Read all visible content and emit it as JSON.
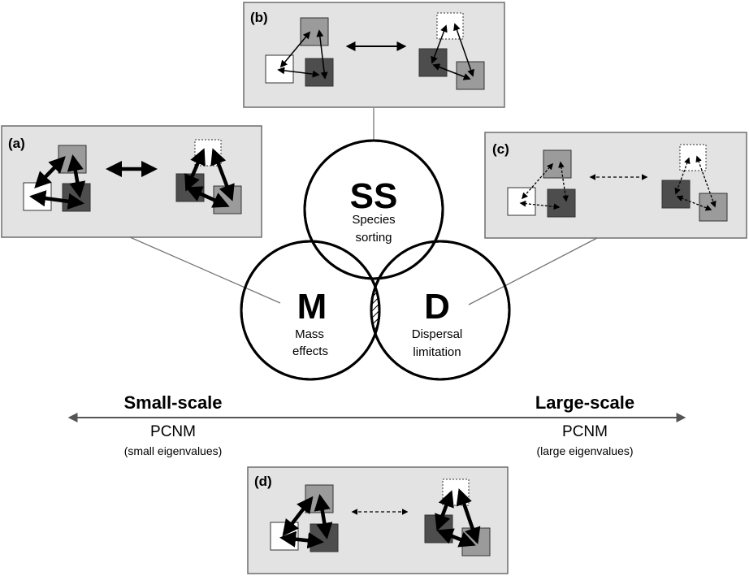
{
  "panels": {
    "a": {
      "label": "(a)"
    },
    "b": {
      "label": "(b)"
    },
    "c": {
      "label": "(c)"
    },
    "d": {
      "label": "(d)"
    }
  },
  "venn": {
    "ss": {
      "letter": "SS",
      "line1": "Species",
      "line2": "sorting"
    },
    "m": {
      "letter": "M",
      "line1": "Mass",
      "line2": "effects"
    },
    "d": {
      "letter": "D",
      "line1": "Dispersal",
      "line2": "limitation"
    }
  },
  "scale": {
    "left": {
      "title": "Small-scale",
      "pcnm": "PCNM",
      "sub": "(small eigenvalues)"
    },
    "right": {
      "title": "Large-scale",
      "pcnm": "PCNM",
      "sub": "(large eigenvalues)"
    }
  },
  "colors": {
    "panel_bg": "#e3e3e3",
    "panel_border": "#6e6e6e",
    "patch_white": "#ffffff",
    "patch_light": "#9b9b9b",
    "patch_dark": "#4d4d4d"
  }
}
